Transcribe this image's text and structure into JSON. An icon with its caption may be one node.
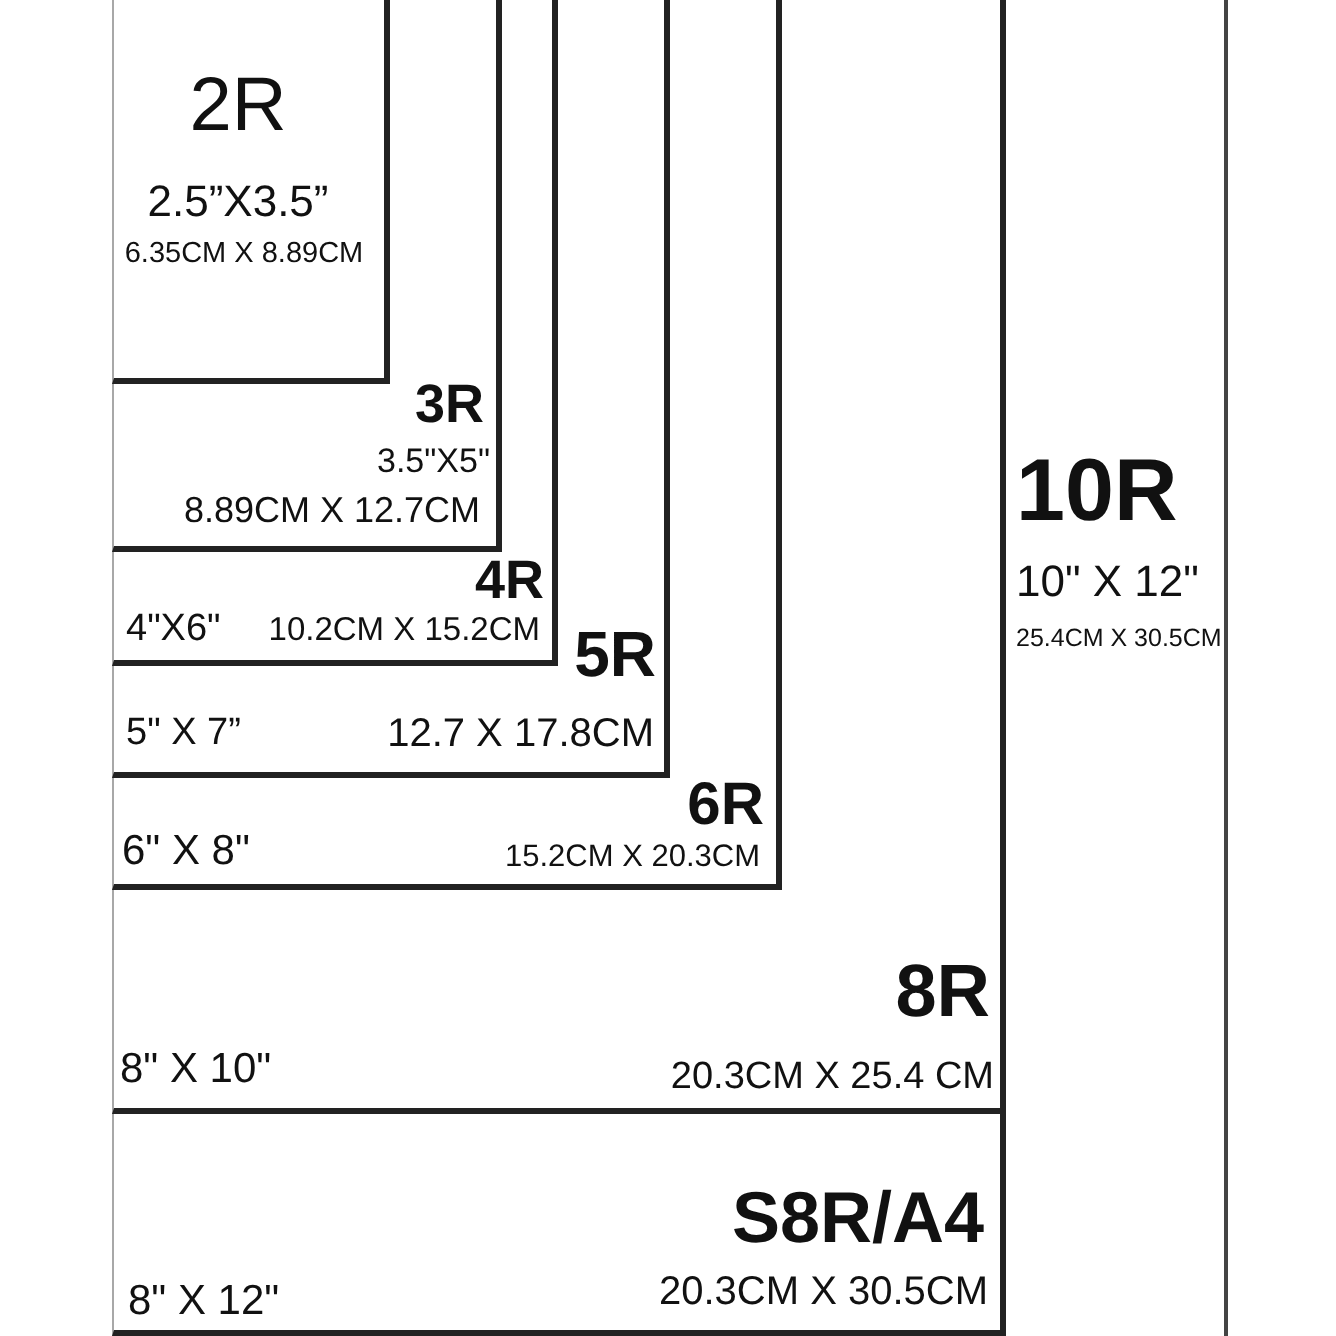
{
  "diagram": {
    "nodes": [
      {
        "text": [
          "10R",
          "10\" X 12\"",
          "25.4CM X 30.5CM"
        ]
      },
      {
        "text": [
          "S8R/A4",
          "8\" X 12\"",
          "20.3CM X 30.5CM"
        ],
        "in": 0
      },
      {
        "text": [
          "8R",
          "8\" X 10\"",
          "20.3CM X 25.4 CM"
        ],
        "in": 1
      },
      {
        "text": [
          "6R",
          "6\" X 8\"",
          "15.2CM X 20.3CM"
        ],
        "in": 2
      },
      {
        "text": [
          "5R",
          "5\" X 7”",
          "12.7 X 17.8CM"
        ],
        "in": 3
      },
      {
        "text": [
          "4R",
          "4\"X6\"",
          "10.2CM X 15.2CM"
        ],
        "in": 4
      },
      {
        "text": [
          "3R",
          "3.5\"X5\"",
          "8.89CM X 12.7CM"
        ],
        "in": 5
      },
      {
        "text": [
          "2R",
          "2.5”X3.5”",
          "6.35CM X 8.89CM"
        ],
        "in": 6
      }
    ]
  }
}
